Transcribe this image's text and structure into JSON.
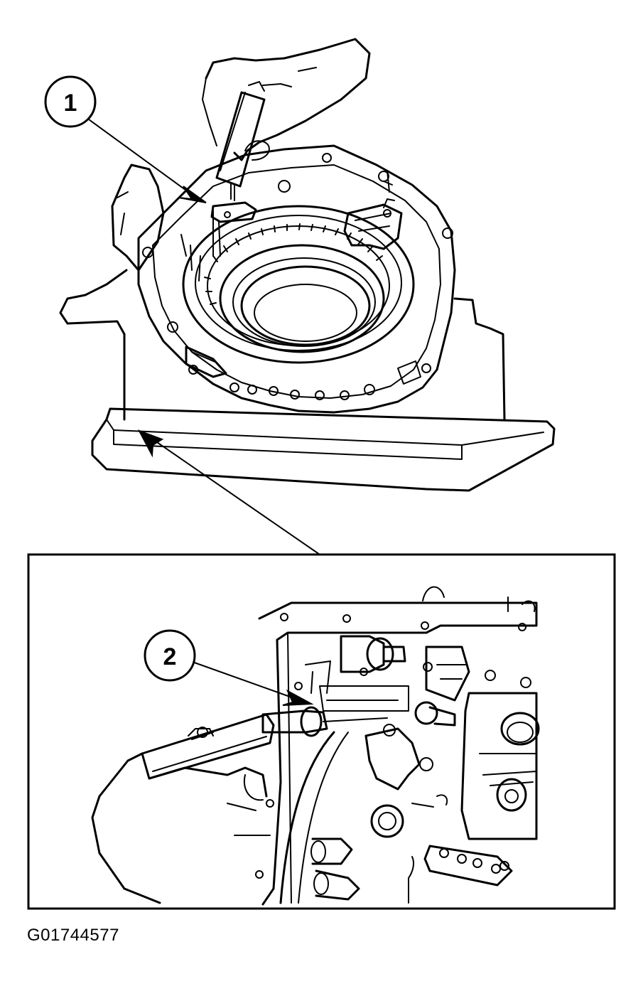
{
  "callouts": [
    {
      "number": "1"
    },
    {
      "number": "2"
    }
  ],
  "figure_code": "G01744577"
}
